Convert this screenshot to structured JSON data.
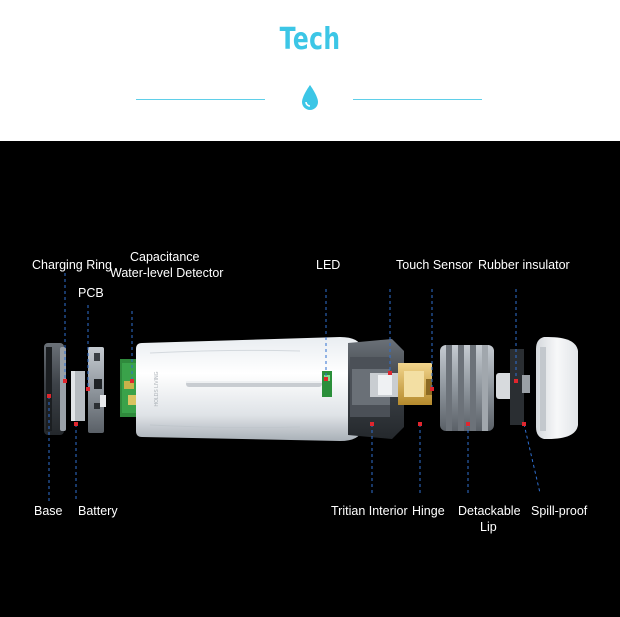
{
  "header": {
    "title": "Tech",
    "drop_icon": "water-drop-icon",
    "accent_color": "#3cc6e6"
  },
  "diagram": {
    "labels_top": {
      "charging_ring": "Charging Ring",
      "pcb": "PCB",
      "capacitance_line1": "Capacitance",
      "capacitance_line2": "Water-level Detector",
      "led": "LED",
      "touch_sensor": "Touch Sensor",
      "rubber_insulator": "Rubber insulator"
    },
    "labels_bottom": {
      "base": "Base",
      "battery": "Battery",
      "tritian_interior": "Tritian Interior",
      "hinge": "Hinge",
      "detackable_line1": "Detackable",
      "detackable_line2": "Lip",
      "spill_proof": "Spill-proof"
    },
    "bottle_engraving": "HOLDS LIVING",
    "leader_color": "#2f6fd0",
    "marker_color": "#e0262e"
  }
}
